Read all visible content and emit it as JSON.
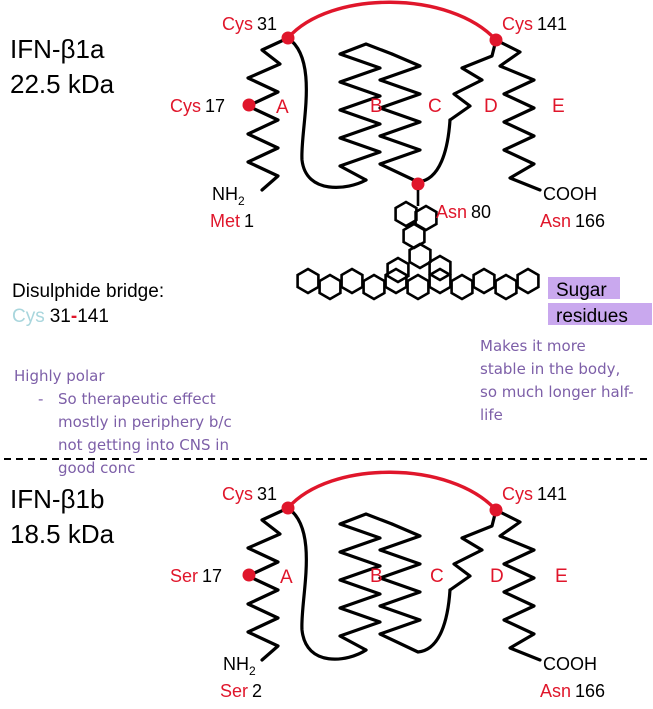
{
  "top": {
    "name": "IFN-β1a",
    "mass": "22.5 kDa",
    "cys31": "Cys",
    "cys31_num": "31",
    "cys141": "Cys",
    "cys141_num": "141",
    "cys17": "Cys",
    "cys17_num": "17",
    "helices": [
      "A",
      "B",
      "C",
      "D",
      "E"
    ],
    "nterm_nh": "NH",
    "nterm_sub": "2",
    "nterm_res": "Met",
    "nterm_num": "1",
    "cterm": "COOH",
    "cterm_res": "Asn",
    "cterm_num": "166",
    "asn80": "Asn",
    "asn80_num": "80"
  },
  "disulphide": {
    "title": "Disulphide bridge:",
    "res": "Cys",
    "n1": "31",
    "dash": "-",
    "n2": "141"
  },
  "sugar": {
    "line1": "Sugar",
    "line2": "residues"
  },
  "notes": {
    "stable": [
      "Makes it more",
      "stable in the body,",
      "so much longer half-",
      "life"
    ],
    "polar_title": "Highly polar",
    "bullet": "-",
    "polar_lines": [
      "So therapeutic effect",
      "mostly in periphery b/c",
      "not getting into CNS in",
      "good conc"
    ]
  },
  "bottom": {
    "name": "IFN-β1b",
    "mass": "18.5 kDa",
    "cys31": "Cys",
    "cys31_num": "31",
    "cys141": "Cys",
    "cys141_num": "141",
    "ser17": "Ser",
    "ser17_num": "17",
    "helices": [
      "A",
      "B",
      "C",
      "D",
      "E"
    ],
    "nterm_nh": "NH",
    "nterm_sub": "2",
    "nterm_res": "Ser",
    "nterm_num": "2",
    "cterm": "COOH",
    "cterm_res": "Asn",
    "cterm_num": "166"
  },
  "colors": {
    "red": "#e0162b",
    "black": "#000000",
    "note": "#7d5fa8",
    "highlight": "#c9a8ee",
    "cyan": "#a9d6dd"
  }
}
